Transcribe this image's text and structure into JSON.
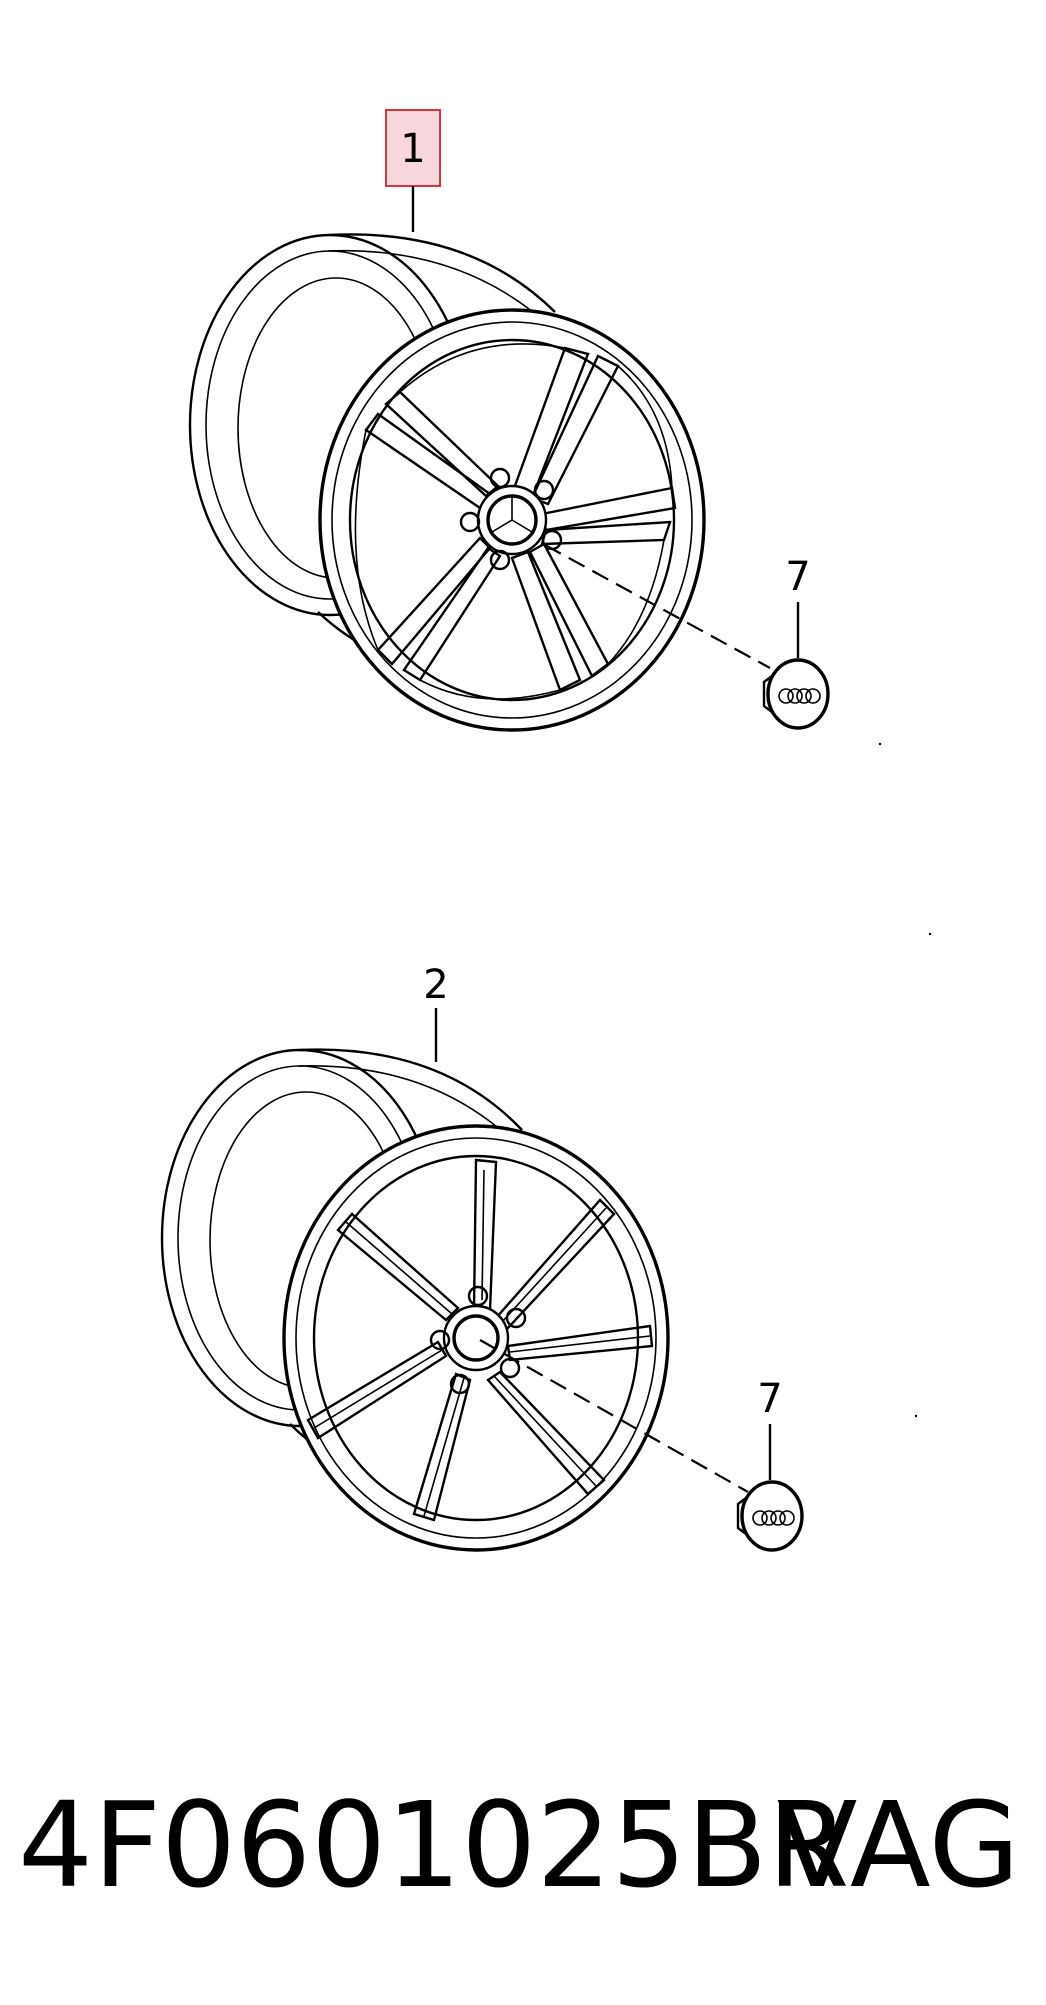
{
  "callouts": {
    "part_1": "1",
    "part_2": "2",
    "part_7_top": "7",
    "part_7_bottom": "7"
  },
  "footer": {
    "part_number": "4F0601025BR",
    "brand": "VAG"
  },
  "colors": {
    "line": "#000000",
    "highlight_fill": "#f8d7dc",
    "highlight_stroke": "#d9343f",
    "background": "#ffffff"
  },
  "icons": {
    "wheel_1": "five-spoke-wheel-icon",
    "wheel_2": "seven-spoke-wheel-icon",
    "center_cap": "hub-cap-four-rings-icon"
  }
}
